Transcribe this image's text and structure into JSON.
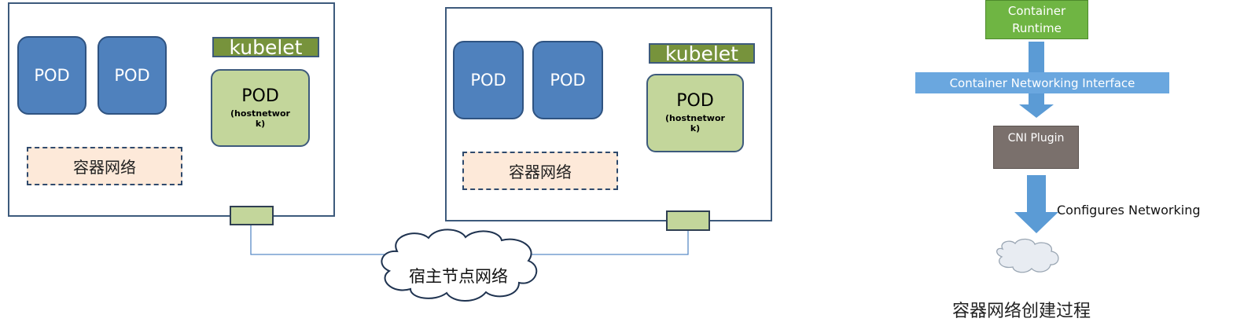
{
  "node_left": {
    "pods": [
      "POD",
      "POD"
    ],
    "kubelet": "kubelet",
    "host_pod": {
      "title": "POD",
      "subtitle": "(hostnetwork)"
    },
    "container_network": "容器网络"
  },
  "node_right": {
    "pods": [
      "POD",
      "POD"
    ],
    "kubelet": "kubelet",
    "host_pod": {
      "title": "POD",
      "subtitle": "(hostnetwork)"
    },
    "container_network": "容器网络"
  },
  "host_network": "宿主节点网络",
  "flow": {
    "runtime": "Container Runtime",
    "interface": "Container Networking Interface",
    "plugin": "CNI Plugin",
    "arrow_label": "Configures Networking",
    "caption": "容器网络创建过程"
  },
  "colors": {
    "pod_blue": "#4f81bd",
    "kubelet_green": "#77933c",
    "host_pod_green": "#c3d69b",
    "container_net_fill": "#fde9d9",
    "runtime_green": "#6fb543",
    "interface_blue": "#6aa7df",
    "plugin_gray": "#7a706c"
  }
}
